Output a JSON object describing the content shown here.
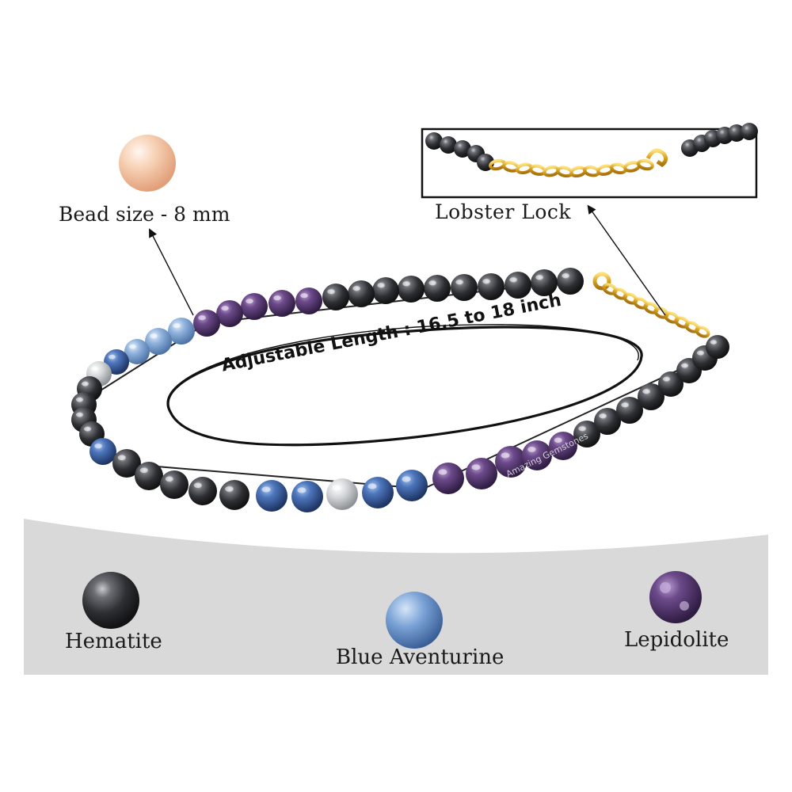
{
  "labels": {
    "bead_size": "Bead size - 8 mm",
    "lobster_lock": "Lobster  Lock",
    "adjustable_length": "Adjustable Length : 16.5 to 18 inch",
    "watermark": "© Amazing Gemstones"
  },
  "gemstones": [
    {
      "name": "Hematite",
      "color": "#3a3b40"
    },
    {
      "name": "Blue Aventurine",
      "color": "#6f96cc"
    },
    {
      "name": "Lepidolite",
      "color": "#5d3f78"
    }
  ],
  "colors": {
    "background": "#ffffff",
    "panel": "#d9d9d9",
    "hematite": "#3a3b40",
    "blue_aventurine": "#3f63a8",
    "light_aventurine": "#8fb2dd",
    "white_jade": "#d6d8d8",
    "lepidolite": "#5d3f78",
    "clasp_gold": "#e2b12c",
    "bead_size_sample": "#f4c7a8",
    "text": "#1a1a1a"
  }
}
